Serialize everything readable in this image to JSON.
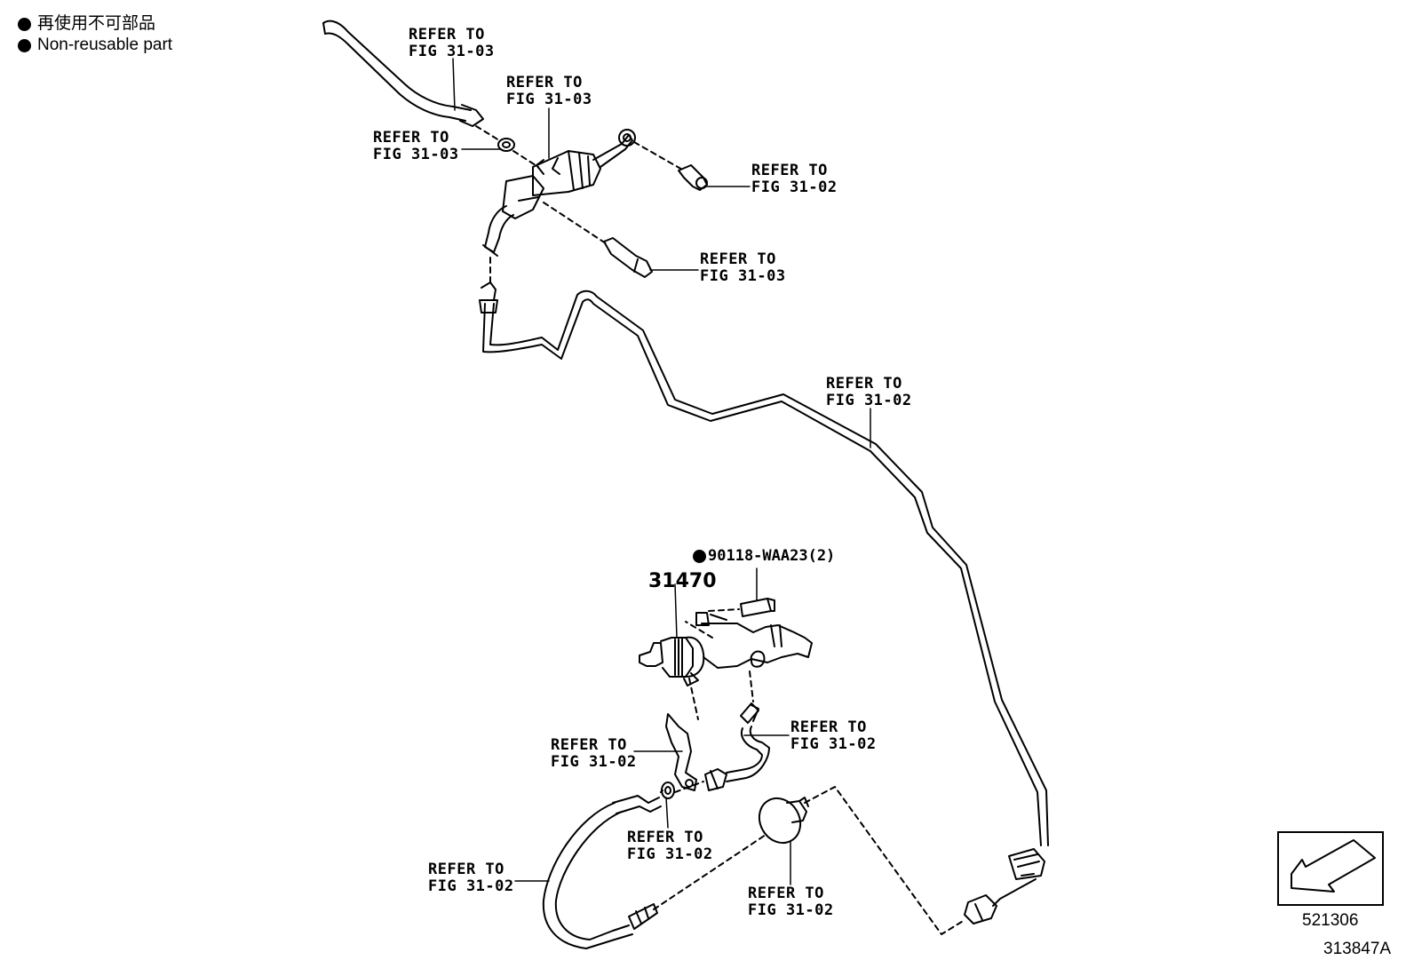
{
  "legend": {
    "line1": "再使用不可部品",
    "line2": "Non-reusable part"
  },
  "refs": [
    {
      "line1": "REFER TO",
      "line2": "FIG 31-03"
    },
    {
      "line1": "REFER TO",
      "line2": "FIG 31-03"
    },
    {
      "line1": "REFER TO",
      "line2": "FIG 31-03"
    },
    {
      "line1": "REFER TO",
      "line2": "FIG 31-02"
    },
    {
      "line1": "REFER TO",
      "line2": "FIG 31-03"
    },
    {
      "line1": "REFER TO",
      "line2": "FIG 31-02"
    },
    {
      "line1": "REFER TO",
      "line2": "FIG 31-02"
    },
    {
      "line1": "REFER TO",
      "line2": "FIG 31-02"
    },
    {
      "line1": "REFER TO",
      "line2": "FIG 31-02"
    },
    {
      "line1": "REFER TO",
      "line2": "FIG 31-02"
    },
    {
      "line1": "REFER TO",
      "line2": "FIG 31-02"
    }
  ],
  "parts": {
    "bolt": "90118-WAA23(2)",
    "cylinder": "31470"
  },
  "codes": {
    "view": "521306",
    "illustration": "313847A"
  }
}
